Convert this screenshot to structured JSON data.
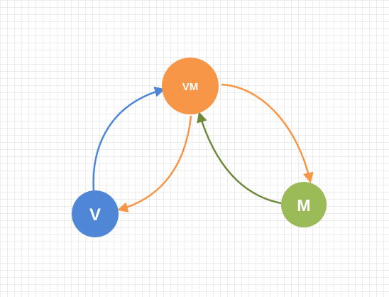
{
  "colors": {
    "vm_node": "#F79646",
    "v_node": "#4F87D6",
    "m_node": "#9BBB59",
    "arrow_v_to_vm": "#4F87D6",
    "arrow_vm_to_v": "#F79646",
    "arrow_vm_to_m": "#F79646",
    "arrow_m_to_vm": "#6E8B3D"
  },
  "nodes": {
    "vm": {
      "label": "VM"
    },
    "v": {
      "label": "V"
    },
    "m": {
      "label": "M"
    }
  }
}
